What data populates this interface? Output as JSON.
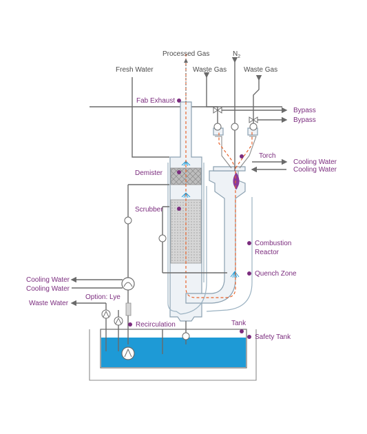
{
  "labels": {
    "processed_gas": "Processed Gas",
    "n2": "N",
    "n2_sub": "2",
    "fresh_water": "Fresh Water",
    "waste_gas_1": "Waste Gas",
    "waste_gas_2": "Waste Gas",
    "fab_exhaust": "Fab Exhaust",
    "bypass_1": "Bypass",
    "bypass_2": "Bypass",
    "torch": "Torch",
    "cooling_water_1": "Cooling Water",
    "cooling_water_2": "Cooling Water",
    "demister": "Demister",
    "scrubber": "Scrubber",
    "combustion_reactor_1": "Combustion",
    "combustion_reactor_2": "Reactor",
    "quench_zone": "Quench Zone",
    "cooling_water_left_1": "Cooling Water",
    "cooling_water_left_2": "Cooling Water",
    "option_lye": "Option: Lye",
    "waste_water": "Waste Water",
    "recirculation": "Recirculation",
    "tank": "Tank",
    "safety_tank": "Safety Tank"
  },
  "colors": {
    "label_purple": "#7b2c7e",
    "label_gray": "#4a4a4a",
    "water_blue": "#1e9ad6",
    "flow_orange": "#e8622a",
    "flame": "#8a3a9a"
  }
}
